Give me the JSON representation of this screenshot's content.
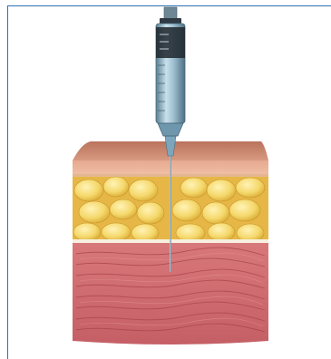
{
  "figure": {
    "subject": "syringe-needle-injection-through-skin-layers",
    "layers": [
      "skin",
      "subcutaneous-fat",
      "muscle"
    ],
    "colors": {
      "frame_border": "#2f6fb3",
      "skin_top": "#c98a6e",
      "skin_front": "#d69a82",
      "fat_base": "#f1c95a",
      "fat_highlight": "#fbe79a",
      "muscle_base": "#cf6b6b",
      "muscle_fiber": "#b34e55",
      "syringe_barrel": "#8fb3c7",
      "needle": "#8fa7b5"
    }
  }
}
